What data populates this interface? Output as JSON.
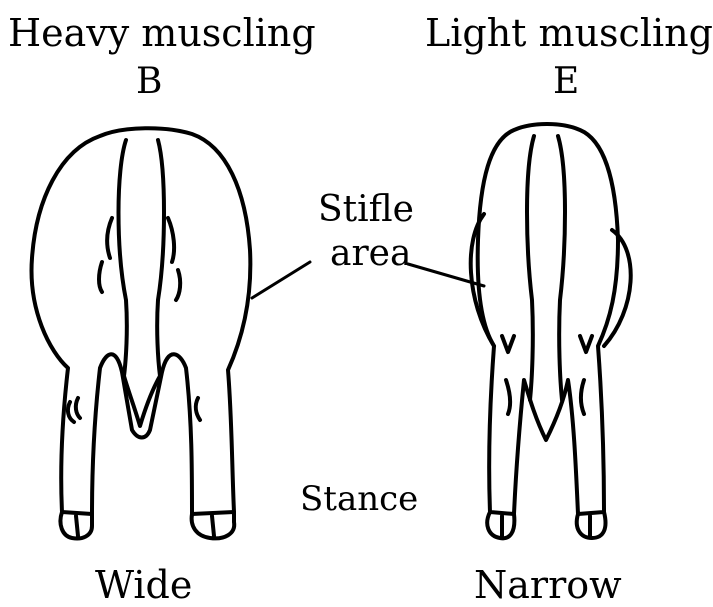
{
  "diagram": {
    "left": {
      "title": "Heavy muscling",
      "grade": "B",
      "stance_label": "Wide"
    },
    "right": {
      "title": "Light muscling",
      "grade": "E",
      "stance_label": "Narrow"
    },
    "callout": {
      "line1": "Stifle",
      "line2": "area"
    },
    "center_label": "Stance",
    "colors": {
      "ink": "#000000",
      "background": "#ffffff"
    }
  }
}
